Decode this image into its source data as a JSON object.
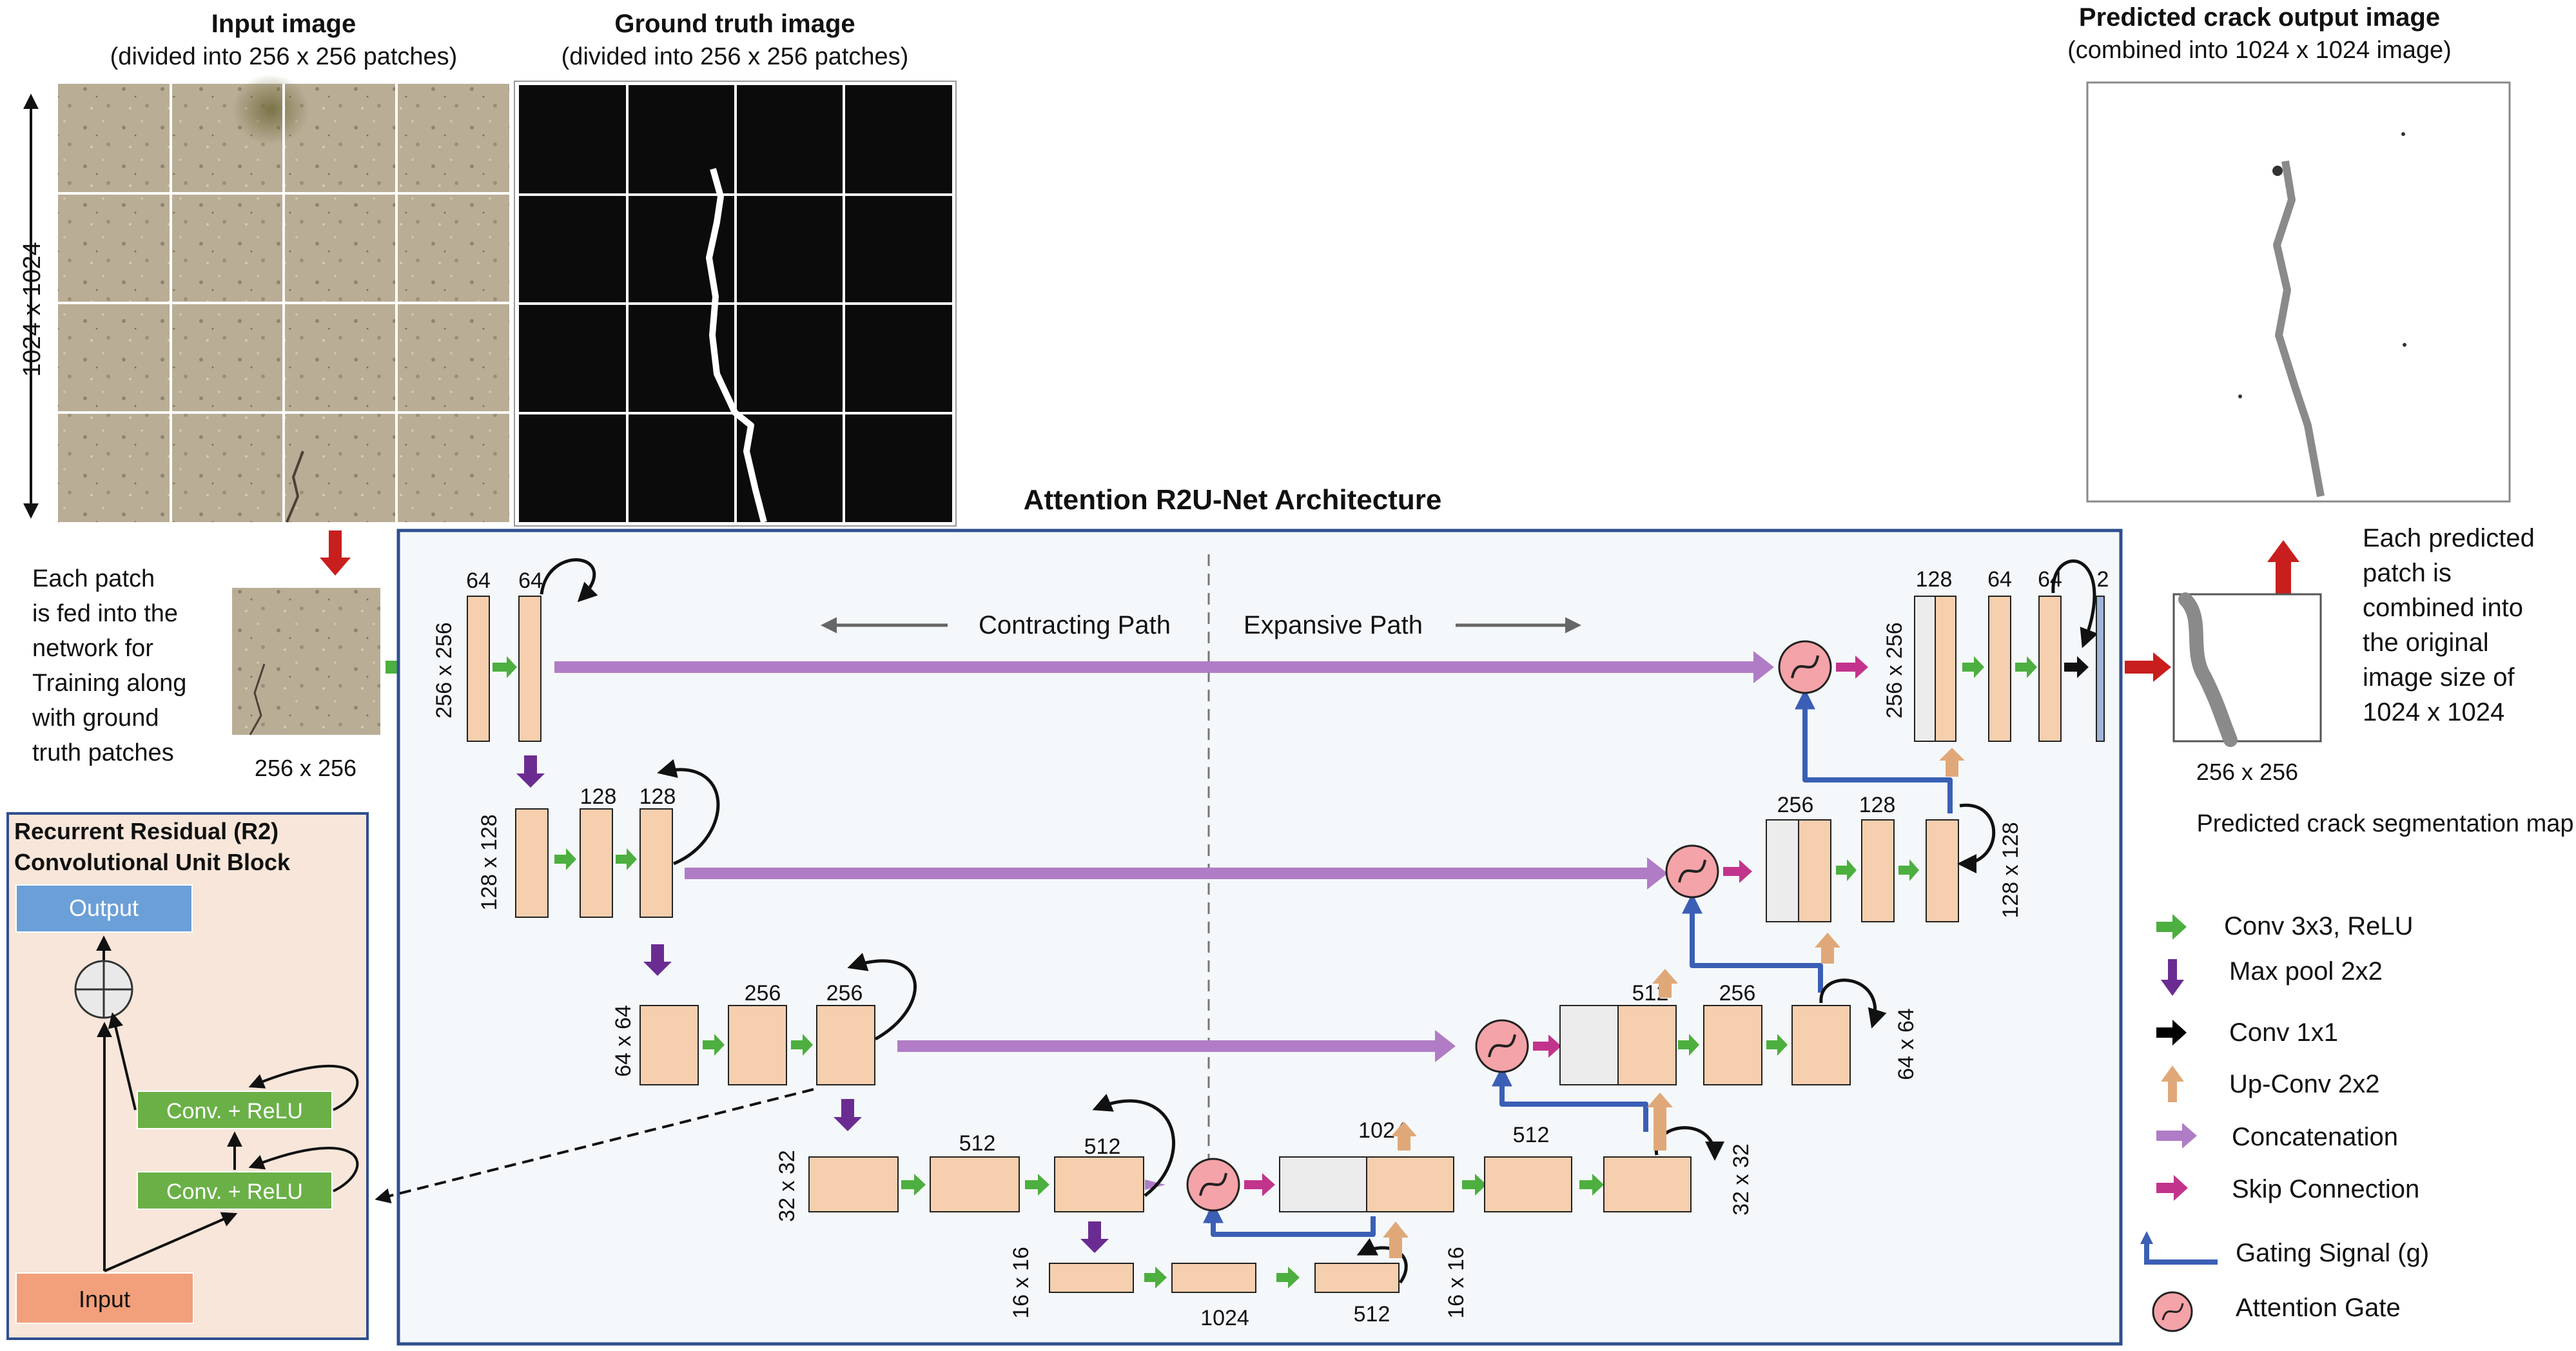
{
  "input_panel": {
    "title": "Input image",
    "subtitle": "(divided into 256 x 256 patches)",
    "side_dim": "1024 x 1024"
  },
  "gt_panel": {
    "title": "Ground truth image",
    "subtitle": "(divided into 256 x 256 patches)"
  },
  "pred_panel": {
    "title": "Predicted crack output image",
    "subtitle": "(combined into 1024 x 1024 image)"
  },
  "patch_text": [
    "Each patch",
    "is fed into the",
    "network for",
    "Training along",
    "with ground",
    "truth patches"
  ],
  "patch_dim": "256 x 256",
  "arch_title": "Attention R2U-Net Architecture",
  "contracting": "Contracting Path",
  "expansive": "Expansive Path",
  "right_text": [
    "Each predicted",
    "patch is",
    "combined into",
    "the original",
    "image size of",
    "1024 x 1024"
  ],
  "pred_patch_dim": "256 x 256",
  "seg_map": "Predicted crack segmentation map",
  "r2": {
    "title_l1": "Recurrent Residual (R2)",
    "title_l2": "Convolutional Unit Block",
    "output": "Output",
    "conv1": "Conv. + ReLU",
    "conv2": "Conv. + ReLU",
    "input": "Input"
  },
  "levels": {
    "l1": {
      "dim": "256 x 256",
      "c1": "64",
      "c2": "64"
    },
    "l2": {
      "dim": "128 x 128",
      "c1": "128",
      "c2": "128"
    },
    "l3": {
      "dim": "64 x 64",
      "c1": "256",
      "c2": "256"
    },
    "l4": {
      "dim": "32 x 32",
      "c1": "512",
      "c2": "512"
    },
    "l5": {
      "dim": "16 x 16",
      "c1": "1024",
      "c2": "512"
    },
    "d4": {
      "dim": "32 x 32",
      "c0": "1024",
      "c1": "512"
    },
    "d3": {
      "dim": "64 x 64",
      "c0": "512",
      "c1": "256"
    },
    "d2": {
      "dim": "128 x 128",
      "c0": "256",
      "c1": "128"
    },
    "d1": {
      "dim": "256 x 256",
      "c0": "128",
      "c1": "64",
      "c2": "64",
      "out": "2"
    }
  },
  "legend": [
    {
      "label": "Conv 3x3, ReLU",
      "color": "#4caf3f"
    },
    {
      "label": "Max pool 2x2",
      "color": "#6a2c91"
    },
    {
      "label": "Conv 1x1",
      "color": "#000000"
    },
    {
      "label": "Up-Conv 2x2",
      "color": "#e0a878"
    },
    {
      "label": "Concatenation",
      "color": "#b07cc6"
    },
    {
      "label": "Skip Connection",
      "color": "#c2348c"
    },
    {
      "label": "Gating Signal (g)",
      "color": "#3a5fb5"
    },
    {
      "label": "Attention Gate",
      "color": "#f4a3a8"
    }
  ],
  "colors": {
    "block": "#f5cfae",
    "block_gray": "#ececec",
    "frame": "#2f4f8f",
    "frame_bg": "#f5f8fb",
    "r2_bg": "#f7e6d9",
    "output_box": "#6b9fd8",
    "conv_box": "#6ab047",
    "input_box": "#f2a07b"
  }
}
